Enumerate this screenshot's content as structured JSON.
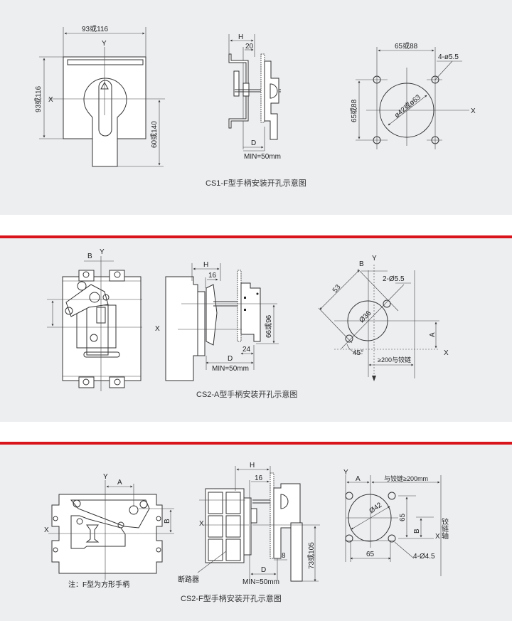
{
  "colors": {
    "panel": "#eceef0",
    "accent_rule": "#d9141b"
  },
  "cs1f": {
    "front_width": "93或116",
    "front_height": "93或116",
    "handle_offset": "60或140",
    "axis_x": "X",
    "axis_y": "Y",
    "side_h": "H",
    "side_20": "20",
    "side_d": "D",
    "side_min": "MIN=50mm",
    "hole_spacing_h": "65或88",
    "hole_spacing_v": "65或88",
    "hole_spec": "4-ø5.5",
    "center_hole": "ø42或ø63",
    "caption": "CS1-F型手柄安装开孔示意图"
  },
  "cs2a": {
    "b": "B",
    "axis_y": "Y",
    "axis_x": "X",
    "side_h": "H",
    "side_16": "16",
    "side_66": "66或96",
    "side_24": "24",
    "side_d": "D",
    "side_min": "MIN=50mm",
    "hole_b": "B",
    "hole_y": "Y",
    "hole_spec": "2-Ø5.5",
    "dim_53": "53",
    "center_hole": "Ø36",
    "dim_a": "A",
    "hole_x": "X",
    "angle": "45°",
    "hinge": "≥200与铰链",
    "caption": "CS2-A型手柄安装开孔示意图"
  },
  "cs2f": {
    "axis_y": "Y",
    "dim_a": "A",
    "dim_b": "B",
    "axis_x": "X",
    "note": "注：F型为方形手柄",
    "side_h": "H",
    "side_16": "16",
    "side_x": "X",
    "side_8": "8",
    "side_d": "D",
    "side_min": "MIN=50mm",
    "breaker": "断路器",
    "side_73": "73或105",
    "hole_y": "Y",
    "hole_a": "A",
    "hinge_dist": "与铰链≥200mm",
    "center_hole": "Ø42",
    "dim_65v": "65",
    "hole_b": "B",
    "hole_x": "X",
    "hinge_axis": "铰链轴",
    "dim_65h": "65",
    "hole_spec": "4-Ø4.5",
    "caption": "CS2-F型手柄安装开孔示意图"
  }
}
